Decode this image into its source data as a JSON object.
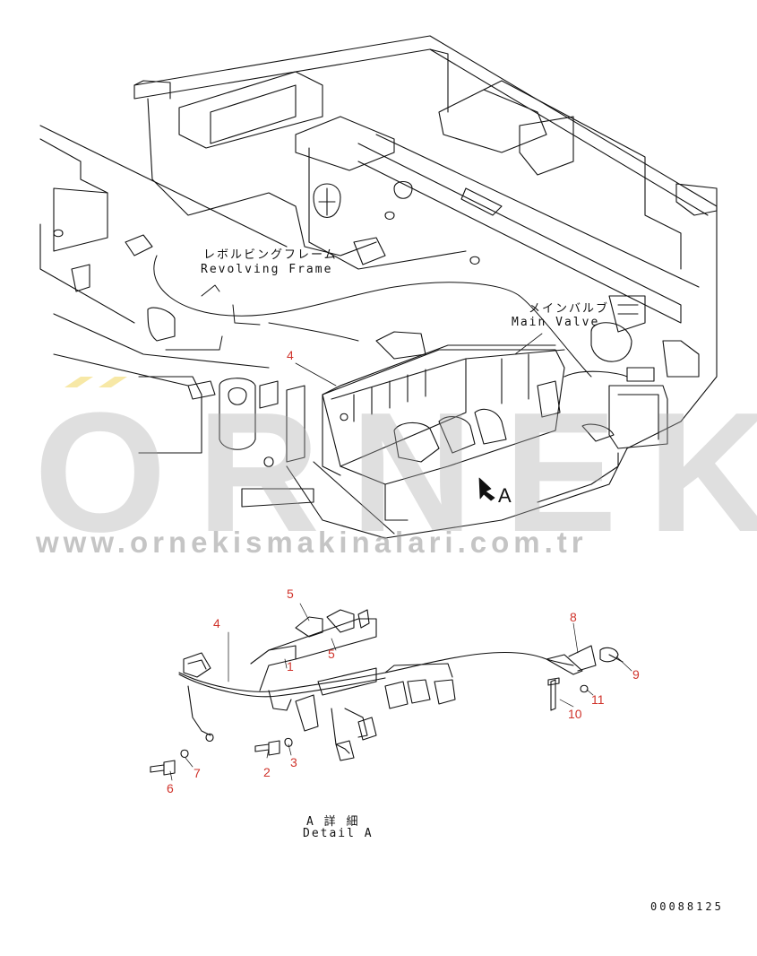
{
  "labels": {
    "revolving_frame_jp": "レボルビングフレーム",
    "revolving_frame_en": "Revolving Frame",
    "main_valve_jp": "メインバルブ",
    "main_valve_en": "Main Valve",
    "arrow_a": "A",
    "detail_jp": "A 詳 細",
    "detail_en": "Detail A",
    "drawing_number": "00088125"
  },
  "callouts": {
    "top_4": "4",
    "d_5a": "5",
    "d_5b": "5",
    "d_4": "4",
    "d_1": "1",
    "d_8": "8",
    "d_9": "9",
    "d_11": "11",
    "d_10": "10",
    "d_2": "2",
    "d_3": "3",
    "d_7": "7",
    "d_6": "6"
  },
  "watermark": {
    "word": "ORNEK",
    "url": "www.ornekismakinalari.com.tr"
  },
  "colors": {
    "callout": "#d0342c",
    "line": "#111111",
    "watermark": "#aaaaaa",
    "watermark_accent": "#f2d96b"
  }
}
